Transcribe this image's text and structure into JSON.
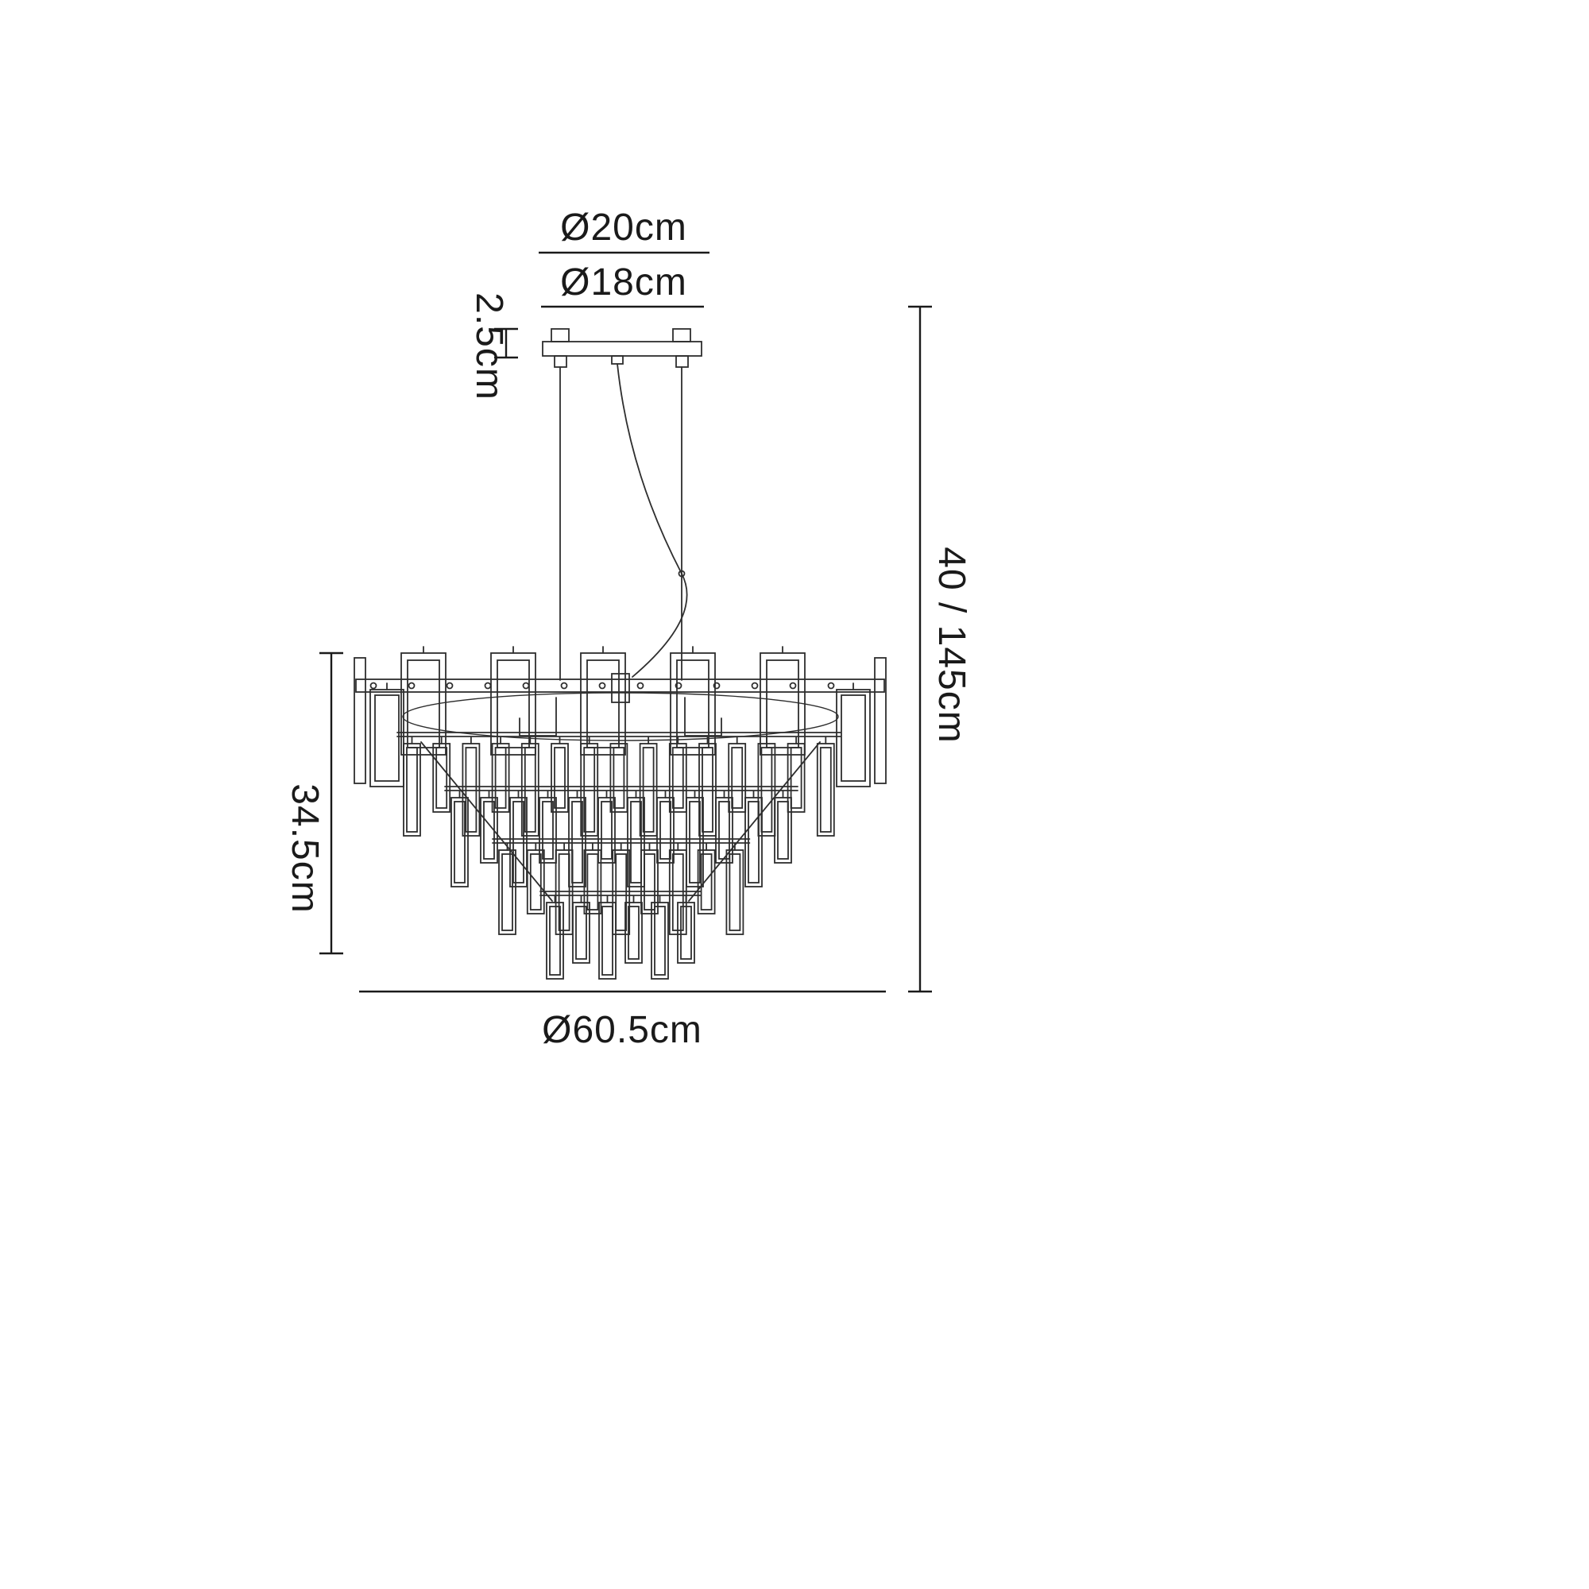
{
  "diagram": {
    "subject": "crystal-chandelier-dimension-drawing",
    "background_color": "#ffffff",
    "line_color": "#2e2e2e",
    "dimension_color": "#1a1a1a",
    "dimensions": {
      "canopy_outer": "Ø20cm",
      "canopy_inner": "Ø18cm",
      "canopy_height": "2.5cm",
      "total_drop": "40 / 145cm",
      "body_height": "34.5cm",
      "body_diameter": "Ø60.5cm"
    }
  }
}
